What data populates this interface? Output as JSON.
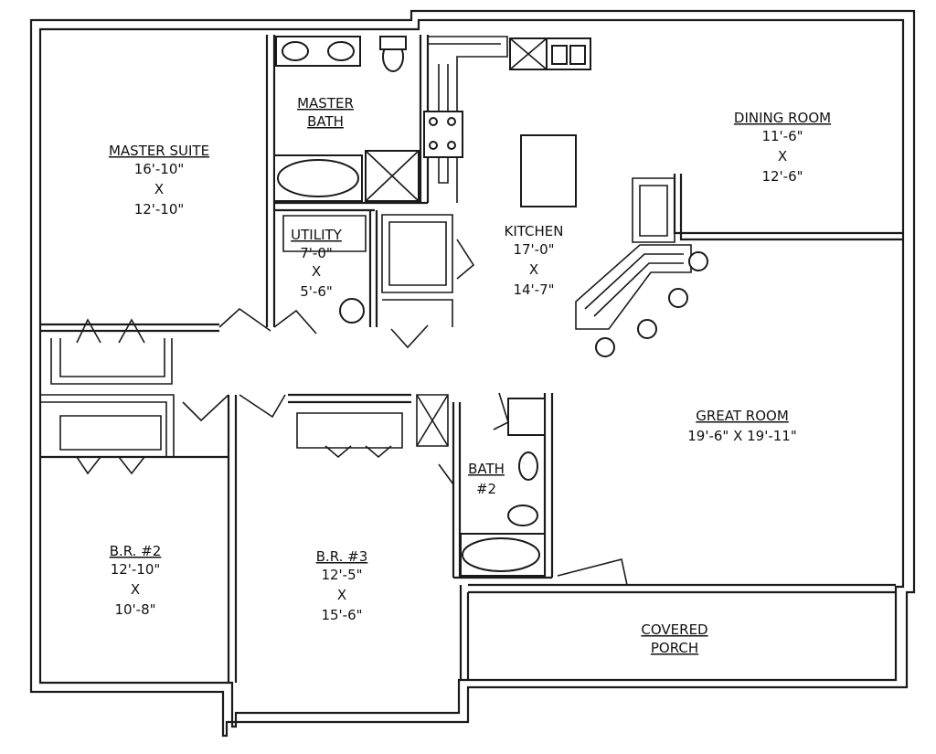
{
  "rooms": {
    "master_suite": {
      "name": "MASTER SUITE",
      "w": "16'-10\"",
      "x": "X",
      "l": "12'-10\""
    },
    "master_bath": {
      "name1": "MASTER",
      "name2": "BATH"
    },
    "utility": {
      "name": "UTILITY",
      "w": "7'-0\"",
      "x": "X",
      "l": "5'-6\""
    },
    "kitchen": {
      "name": "KITCHEN",
      "w": "17'-0\"",
      "x": "X",
      "l": "14'-7\""
    },
    "dining": {
      "name": "DINING ROOM",
      "w": "11'-6\"",
      "x": "X",
      "l": "12'-6\""
    },
    "great_room": {
      "name": "GREAT ROOM",
      "dims": "19'-6\" X 19'-11\""
    },
    "bath2": {
      "name1": "BATH",
      "name2": "#2"
    },
    "br2": {
      "name": "B.R. #2",
      "w": "12'-10\"",
      "x": "X",
      "l": "10'-8\""
    },
    "br3": {
      "name": "B.R. #3",
      "w": "12'-5\"",
      "x": "X",
      "l": "15'-6\""
    },
    "porch": {
      "name1": "COVERED",
      "name2": "PORCH"
    }
  }
}
